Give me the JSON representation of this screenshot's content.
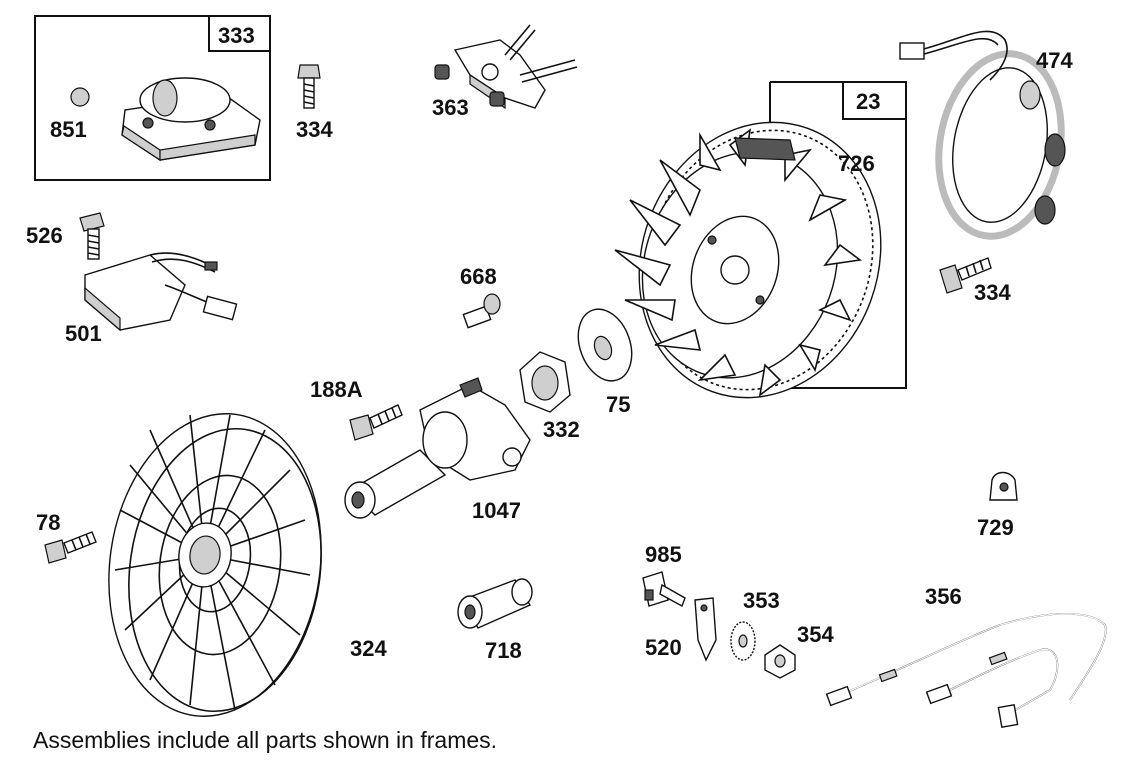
{
  "footer_note": "Assemblies include all parts shown in frames.",
  "labels": {
    "p333": "333",
    "p851": "851",
    "p334a": "334",
    "p363": "363",
    "p23": "23",
    "p726": "726",
    "p474": "474",
    "p334b": "334",
    "p526": "526",
    "p501": "501",
    "p668": "668",
    "p188a": "188A",
    "p332": "332",
    "p75": "75",
    "p1047": "1047",
    "p78": "78",
    "p324": "324",
    "p718": "718",
    "p985": "985",
    "p520": "520",
    "p353": "353",
    "p354": "354",
    "p356": "356",
    "p729": "729"
  }
}
